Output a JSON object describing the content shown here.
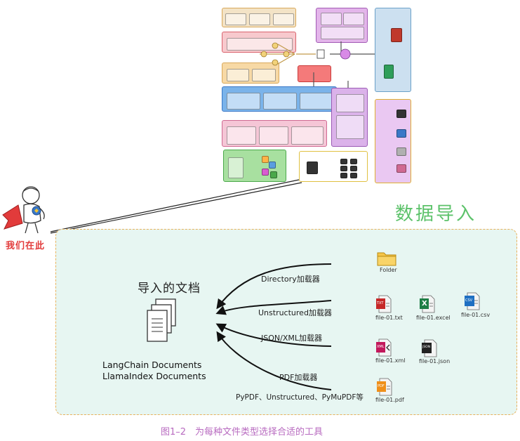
{
  "section_title": "数据导入",
  "here_label": "我们在此",
  "docs": {
    "heading": "导入的文档",
    "line1": "LangChain Documents",
    "line2": "LlamaIndex Documents"
  },
  "loaders": {
    "directory": "Directory加载器",
    "unstructured": "Unstructured加载器",
    "json_xml": "JSON/XML加载器",
    "pdf": "PDF加载器",
    "pdf_libs": "PyPDF、Unstructured、PyMuPDF等"
  },
  "files": {
    "folder": "Folder",
    "txt": "file-01.txt",
    "excel": "file-01.excel",
    "csv": "file-01.csv",
    "xml": "file-01.xml",
    "json": "file-01.json",
    "pdf": "file-01.pdf"
  },
  "icon_badges": {
    "txt": "TXT",
    "excel": "X",
    "csv": "CSV",
    "xml": "XML",
    "json": "JSON",
    "pdf": "PDF"
  },
  "caption": "图1–2　为每种文件类型选择合适的工具",
  "colors": {
    "section_title": "#5cc26a",
    "here_label": "#e23b3b",
    "caption": "#b86bc0",
    "panel_bg": "#e7f6f2",
    "panel_border": "#e9b15a"
  }
}
